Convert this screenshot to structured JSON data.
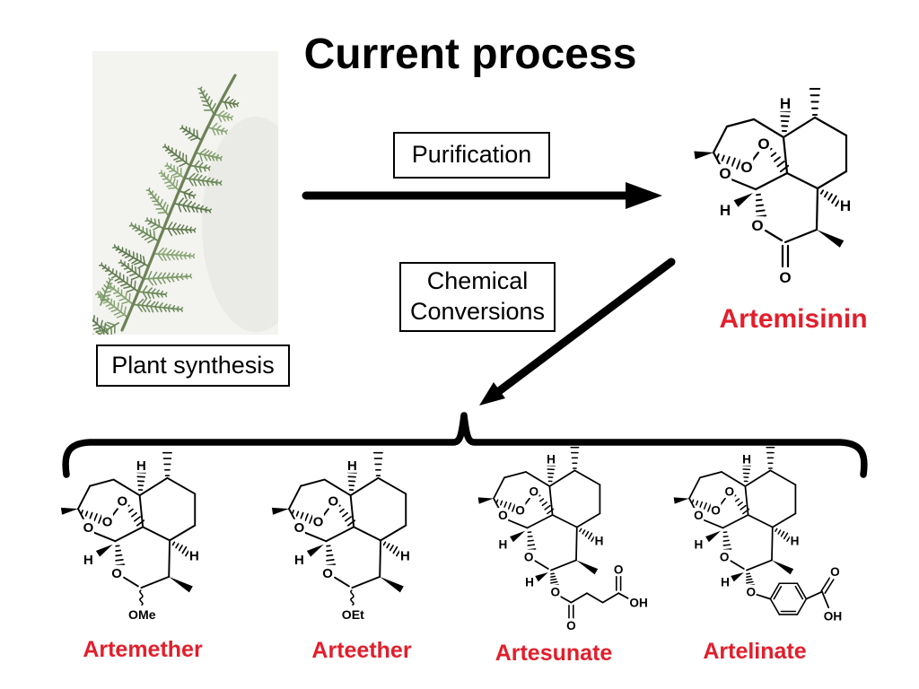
{
  "slide": {
    "title": "Current process"
  },
  "process": {
    "purification_label": "Purification",
    "chemical_conversions": [
      "Chemical",
      "Conversions"
    ],
    "plant_synthesis_label": "Plant synthesis",
    "product_label": "Artemisinin"
  },
  "atoms": {
    "O": "O",
    "H": "H",
    "OH": "OH",
    "OMe": "OMe",
    "OEt": "OEt"
  },
  "derivatives": [
    {
      "name": "Artemether"
    },
    {
      "name": "Arteether"
    },
    {
      "name": "Artesunate"
    },
    {
      "name": "Artelinate"
    }
  ],
  "colors": {
    "label_red": "#e31e2b",
    "ink": "#000000",
    "plant_green": "#6d8256",
    "photo_bg": "#f3f3f0"
  }
}
